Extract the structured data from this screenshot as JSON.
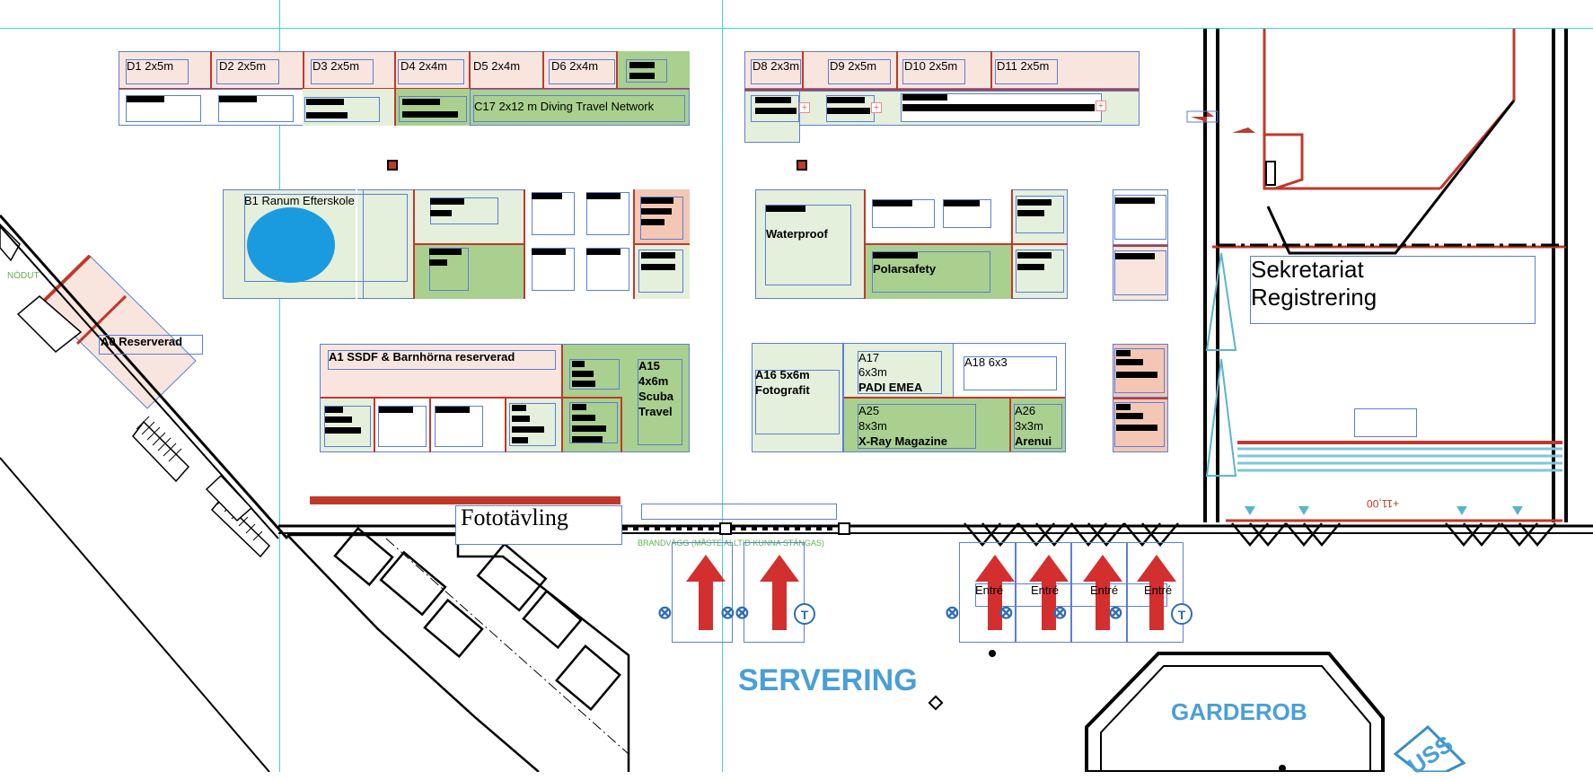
{
  "colors": {
    "light_green": "#e4efdc",
    "mid_green": "#a9d08e",
    "light_pink": "#f8e5de",
    "salmon": "#f4c7b5",
    "red_wall": "#c0392b",
    "blue_label": "#4a9fd6",
    "guide": "#3fd0d8"
  },
  "booths": {
    "d1": "D1 2x5m",
    "d2": "D2 2x5m",
    "d3": "D3 2x5m",
    "d4": "D4 2x4m",
    "d5": "D5 2x4m",
    "d6": "D6 2x4m",
    "c17": "C17 2x12 m Diving Travel Network",
    "d8": "D8 2x3m",
    "d9": "D9 2x5m",
    "d10": "D10 2x5m",
    "d11": "D11 2x5m",
    "b1": "B1 Ranum Efterskole",
    "waterproof": "Waterproof",
    "polarsafety": "Polarsafety",
    "a0": "A0 Reserverad",
    "a1": "A1 SSDF & Barnhörna reserverad",
    "a15_line1": "A15",
    "a15_line2": "4x6m",
    "a15_line3": "Scuba",
    "a15_line4": "Travel",
    "a16_line1": "A16 5x6m",
    "a16_line2": "Fotografit",
    "a17_line1": "A17",
    "a17_line2": "6x3m",
    "a17_line3": "PADI EMEA",
    "a18": "A18 6x3",
    "a25_line1": "A25",
    "a25_line2": "8x3m",
    "a25_line3": "X-Ray Magazine",
    "a26_line1": "A26",
    "a26_line2": "3x3m",
    "a26_line3": "Arenui"
  },
  "areas": {
    "nodut": "NÖDUT",
    "sekretariat_line1": "Sekretariat",
    "sekretariat_line2": "Registrering",
    "fototavling": "Fototävling",
    "brandvagg": "BRANDVÄGG (MÅSTE ALLTID KUNNA STÄNGAS)",
    "servering": "SERVERING",
    "garderob": "GARDEROB",
    "uss": "USS",
    "level": "+11,00",
    "entre": "Entré"
  },
  "icons": {
    "entrance_arrow": "arrow-up-icon",
    "link": "link-icon",
    "toilet": "T"
  }
}
